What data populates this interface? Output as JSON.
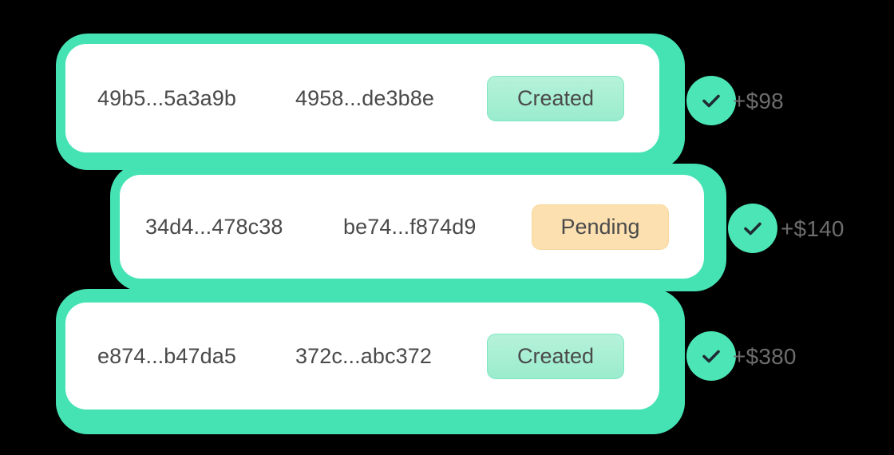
{
  "theme": {
    "background": "#000000",
    "shell_green": "#45e3b4",
    "card_white": "#ffffff",
    "created_badge_bg": "#a8efd4",
    "created_badge_border": "#7fe6c0",
    "pending_badge_bg": "#fce0b0",
    "pending_badge_border": "#f8d79c",
    "check_circle_bg": "#4ce5b5",
    "hash_text": "#4a4a4a",
    "amount_text": "#6d6d6d"
  },
  "transactions": [
    {
      "from_hash": "49b5...5a3a9b",
      "to_hash": "4958...de3b8e",
      "status": "Created",
      "status_kind": "created",
      "amount": "+$98",
      "check_icon": "check-icon"
    },
    {
      "from_hash": "34d4...478c38",
      "to_hash": "be74...f874d9",
      "status": "Pending",
      "status_kind": "pending",
      "amount": "+$140",
      "check_icon": "check-icon"
    },
    {
      "from_hash": "e874...b47da5",
      "to_hash": "372c...abc372",
      "status": "Created",
      "status_kind": "created",
      "amount": "+$380",
      "check_icon": "check-icon"
    }
  ]
}
